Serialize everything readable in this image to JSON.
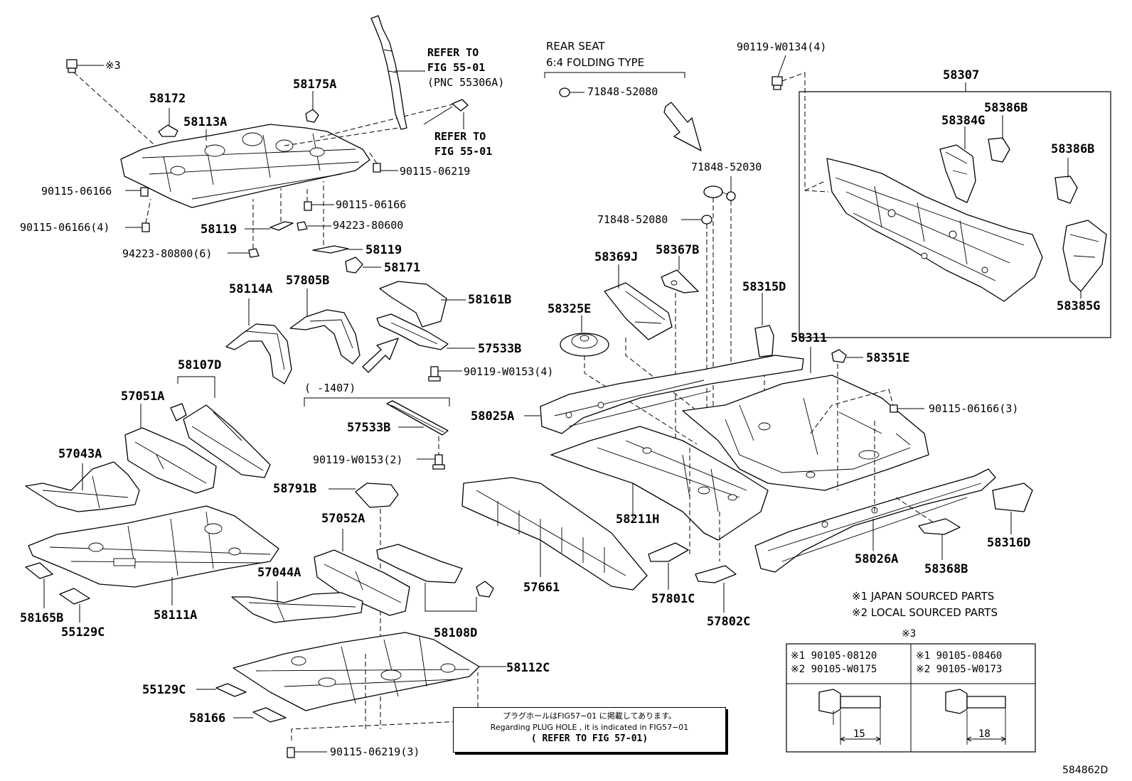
{
  "diagram_id": "584862D",
  "callouts": {
    "ref_fig_55_top": [
      "REFER TO",
      "FIG 55-01",
      "(PNC 55306A)"
    ],
    "ref_fig_55_mid": [
      "REFER TO",
      "FIG 55-01"
    ],
    "rear_seat": [
      "REAR SEAT",
      "6:4 FOLDING TYPE"
    ],
    "period_note": "(     -1407)",
    "mark3_small": "※3"
  },
  "parts": [
    {
      "id": "p-90119-w0134",
      "label": "90119-W0134(4)"
    },
    {
      "id": "p-58307",
      "label": "58307"
    },
    {
      "id": "p-58386b-1",
      "label": "58386B"
    },
    {
      "id": "p-58384g",
      "label": "58384G"
    },
    {
      "id": "p-58386b-2",
      "label": "58386B"
    },
    {
      "id": "p-58385g",
      "label": "58385G"
    },
    {
      "id": "p-71848-52080-1",
      "label": "71848-52080"
    },
    {
      "id": "p-71848-52030",
      "label": "71848-52030"
    },
    {
      "id": "p-71848-52080-2",
      "label": "71848-52080"
    },
    {
      "id": "p-58369j",
      "label": "58369J"
    },
    {
      "id": "p-58367b",
      "label": "58367B"
    },
    {
      "id": "p-58325e",
      "label": "58325E"
    },
    {
      "id": "p-58315d",
      "label": "58315D"
    },
    {
      "id": "p-58311",
      "label": "58311"
    },
    {
      "id": "p-58351e",
      "label": "58351E"
    },
    {
      "id": "p-90115-06166-3",
      "label": "90115-06166(3)"
    },
    {
      "id": "p-58025a",
      "label": "58025A"
    },
    {
      "id": "p-58211h",
      "label": "58211H"
    },
    {
      "id": "p-57661",
      "label": "57661"
    },
    {
      "id": "p-57801c",
      "label": "57801C"
    },
    {
      "id": "p-57802c",
      "label": "57802C"
    },
    {
      "id": "p-58026a",
      "label": "58026A"
    },
    {
      "id": "p-58368b",
      "label": "58368B"
    },
    {
      "id": "p-58316d",
      "label": "58316D"
    },
    {
      "id": "p-58172",
      "label": "58172"
    },
    {
      "id": "p-58175a",
      "label": "58175A"
    },
    {
      "id": "p-58113a",
      "label": "58113A"
    },
    {
      "id": "p-90115-06219",
      "label": "90115-06219"
    },
    {
      "id": "p-90115-06166-a",
      "label": "90115-06166"
    },
    {
      "id": "p-90115-06166-4",
      "label": "90115-06166(4)"
    },
    {
      "id": "p-58119-1",
      "label": "58119"
    },
    {
      "id": "p-90115-06166-b",
      "label": "90115-06166"
    },
    {
      "id": "p-94223-80600",
      "label": "94223-80600"
    },
    {
      "id": "p-94223-80800",
      "label": "94223-80800(6)"
    },
    {
      "id": "p-58119-2",
      "label": "58119"
    },
    {
      "id": "p-58171",
      "label": "58171"
    },
    {
      "id": "p-58114a",
      "label": "58114A"
    },
    {
      "id": "p-57805b",
      "label": "57805B"
    },
    {
      "id": "p-58161b",
      "label": "58161B"
    },
    {
      "id": "p-57533b-1",
      "label": "57533B"
    },
    {
      "id": "p-90119-w0153-4",
      "label": "90119-W0153(4)"
    },
    {
      "id": "p-58107d",
      "label": "58107D"
    },
    {
      "id": "p-57051a",
      "label": "57051A"
    },
    {
      "id": "p-57043a",
      "label": "57043A"
    },
    {
      "id": "p-57533b-2",
      "label": "57533B"
    },
    {
      "id": "p-90119-w0153-2",
      "label": "90119-W0153(2)"
    },
    {
      "id": "p-58791b",
      "label": "58791B"
    },
    {
      "id": "p-57052a",
      "label": "57052A"
    },
    {
      "id": "p-57044a",
      "label": "57044A"
    },
    {
      "id": "p-58108d",
      "label": "58108D"
    },
    {
      "id": "p-58111a",
      "label": "58111A"
    },
    {
      "id": "p-58165b",
      "label": "58165B"
    },
    {
      "id": "p-55129c-1",
      "label": "55129C"
    },
    {
      "id": "p-58112c",
      "label": "58112C"
    },
    {
      "id": "p-55129c-2",
      "label": "55129C"
    },
    {
      "id": "p-58166",
      "label": "58166"
    },
    {
      "id": "p-90115-06219-3",
      "label": "90115-06219(3)"
    }
  ],
  "legend": [
    "※1 JAPAN SOURCED PARTS",
    "※2 LOCAL SOURCED PARTS"
  ],
  "plug_note": {
    "jp": "プラグホールはFIG57−01 に掲載してあります。",
    "en": "Regarding  PLUG HOLE , it is indicated in  FIG57−01",
    "ref": "( REFER TO FIG 57-01)"
  },
  "bolt_table": {
    "title": "※3",
    "col1": [
      "※1  90105-08120",
      "※2  90105-W0175"
    ],
    "col2": [
      "※1  90105-08460",
      "※2  90105-W0173"
    ],
    "dim1": "15",
    "dim2": "18"
  }
}
